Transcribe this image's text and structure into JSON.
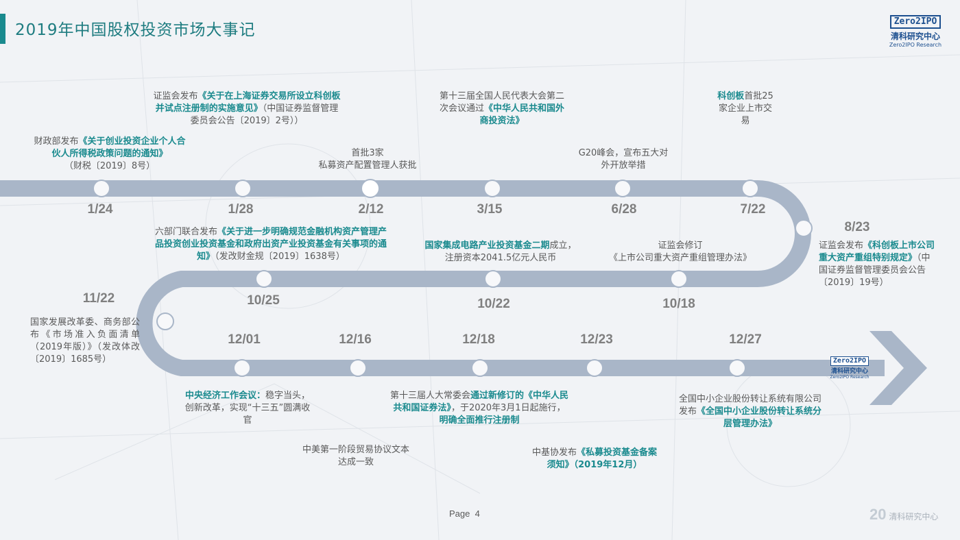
{
  "header": {
    "title": "2019年中国股权投资市场大事记"
  },
  "logo": {
    "mark": "Zero2IPO",
    "cn": "清科研究中心",
    "en": "Zero2IPO Research"
  },
  "dates": {
    "d1": "1/24",
    "d2": "1/28",
    "d3": "2/12",
    "d4": "3/15",
    "d5": "6/28",
    "d6": "7/22",
    "d7": "8/23",
    "d8": "10/25",
    "d9": "10/22",
    "d10": "10/18",
    "d11": "11/22",
    "d12": "12/01",
    "d13": "12/16",
    "d14": "12/18",
    "d15": "12/23",
    "d16": "12/27"
  },
  "events": {
    "e1": {
      "a": "财政部发布",
      "b": "《关于创业投资企业个人合伙人所得税政策问题的通知》",
      "c": "（财税〔2019〕8号）"
    },
    "e2": {
      "a": "证监会发布",
      "b": "《关于在上海证券交易所设立科创板并试点注册制的实施意见》",
      "c": "（中国证券监督管理委员会公告〔2019〕2号））"
    },
    "e3": {
      "a": "首批3家",
      "c": "私募资产配置管理人获批"
    },
    "e4": {
      "a": "第十三届全国人民代表大会第二次会议通过",
      "b": "《中华人民共和国外商投资法》"
    },
    "e5": {
      "a": "G20峰会，宣布五大对",
      "c": "外开放举措"
    },
    "e6": {
      "b": "科创板",
      "a": "首批",
      "c": "25家企业上市交易"
    },
    "e7": {
      "a": "证监会发布",
      "b": "《科创板上市公司重大资产重组特别规定》",
      "c": "（中国证券监督管理委员会公告〔2019〕19号）"
    },
    "e8": {
      "a": "六部门联合发布",
      "b": "《关于进一步明确规范金融机构资产管理产品投资创业投资基金和政府出资产业投资基金有关事项的通知》",
      "c": "（发改财金规〔2019〕1638号）"
    },
    "e9": {
      "b": "国家集成电路产业投资基金二期",
      "a": "成立，注册资本2041.5亿元人民币"
    },
    "e10": {
      "a": "证监会修订",
      "c": "《上市公司重大资产重组管理办法》"
    },
    "e11": {
      "a": "国家发展改革委、商务部公布《市场准入负面清单（2019年版）》（发改体改〔2019〕1685号）"
    },
    "e12": {
      "b": "中央经济工作会议：",
      "a": "稳字当头，创新改革，实现“十三五”圆满收官"
    },
    "e13": {
      "a": "中美第一阶段贸易协议文本",
      "c": "达成一致"
    },
    "e14": {
      "a": "第十三届人大常委会",
      "b": "通过新修订的《中华人民共和国证券法》",
      "c": "，于2020年3月1日起施行，",
      "d": "明确全面推行注册制"
    },
    "e15": {
      "a": "中基协发布",
      "b": "《私募投资基金备案须知》（2019年12月）"
    },
    "e16": {
      "a": "全国中小企业股份转让系统有限公司发布",
      "b": "《全国中小企业股份转让系统分层管理办法》"
    }
  },
  "footer": {
    "page_label": "Page",
    "page_number": "4",
    "brand": "清科研究中心",
    "brand_mark": "20"
  }
}
